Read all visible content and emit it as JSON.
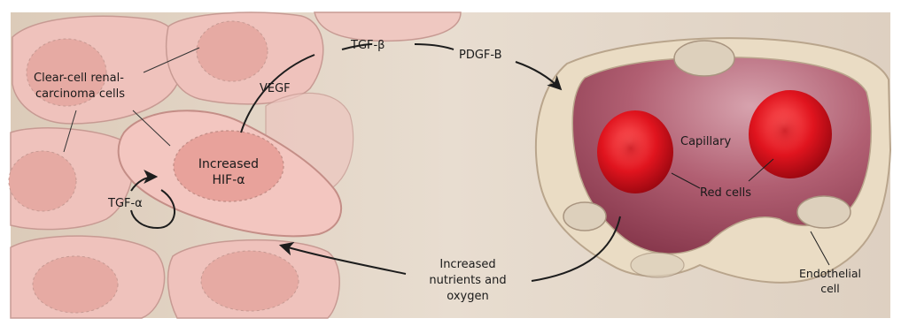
{
  "labels": {
    "tumor_cells": [
      "Clear-cell renal-",
      "carcinoma cells"
    ],
    "nucleus": [
      "Increased",
      "HIF-α"
    ],
    "tgf_alpha": "TGF-α",
    "vegf": "VEGF",
    "tgf_beta": "TGF-β",
    "pdgf_b": "PDGF-B",
    "capillary": "Capillary",
    "red_cells": "Red cells",
    "endothelial": [
      "Endothelial",
      "cell"
    ],
    "nutrients": [
      "Increased",
      "nutrients and",
      "oxygen"
    ]
  },
  "colors": {
    "background": "#e3d6c8",
    "cell_fill": "#efc3bd",
    "cell_stroke": "#c99b94",
    "nucleus_fill": "#e6a8a1",
    "lumen": "#9b4357",
    "wall": "#eadcc4",
    "red_cell": "#d7151e",
    "arrow": "#1d1d1d"
  }
}
